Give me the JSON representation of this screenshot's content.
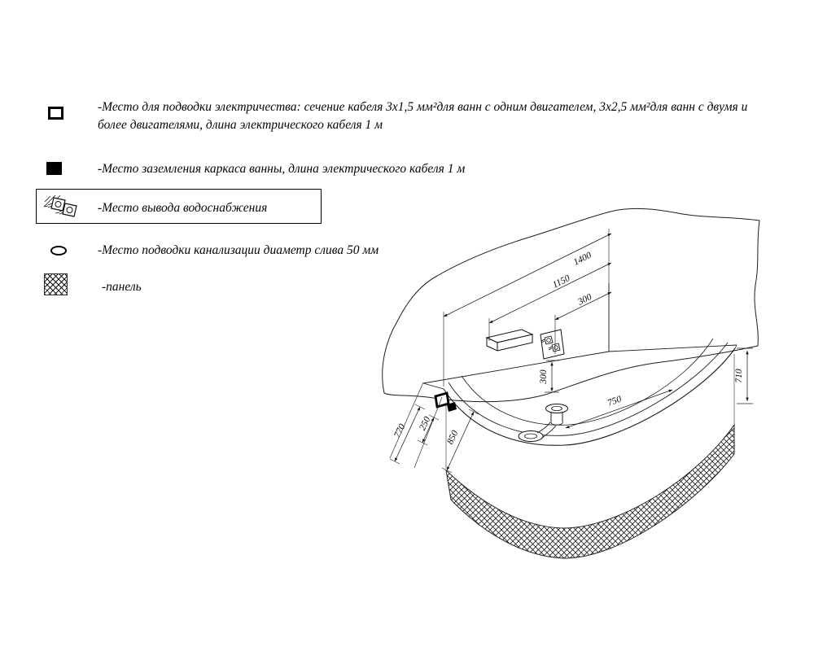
{
  "legend": {
    "items": [
      {
        "symbol": "electric-supply-square",
        "text": "-Место для подводки электричества: сечение кабеля 3х1,5 мм²для ванн с одним двигателем, 3х2,5 мм²для ванн с двумя и более двигателями, длина электрического кабеля 1 м"
      },
      {
        "symbol": "grounding-square",
        "text": "-Место заземления каркаса ванны, длина электрического кабеля 1 м"
      },
      {
        "symbol": "water-supply-outlet",
        "text": "-Место вывода водоснабжения"
      },
      {
        "symbol": "drain-ellipse",
        "text": "-Место подводки канализации диаметр слива 50 мм"
      },
      {
        "symbol": "panel-hatch",
        "text": "-панель"
      }
    ]
  },
  "drawing": {
    "dims": {
      "top_width": "1400",
      "top_inner": "1150",
      "top_offset": "300",
      "faucet_height": "300",
      "right_height": "710",
      "left_height": "770",
      "left_offset": "250",
      "left_depth": "850",
      "radius": "750"
    }
  },
  "colors": {
    "line": "#1c1c1c",
    "background": "#ffffff"
  }
}
